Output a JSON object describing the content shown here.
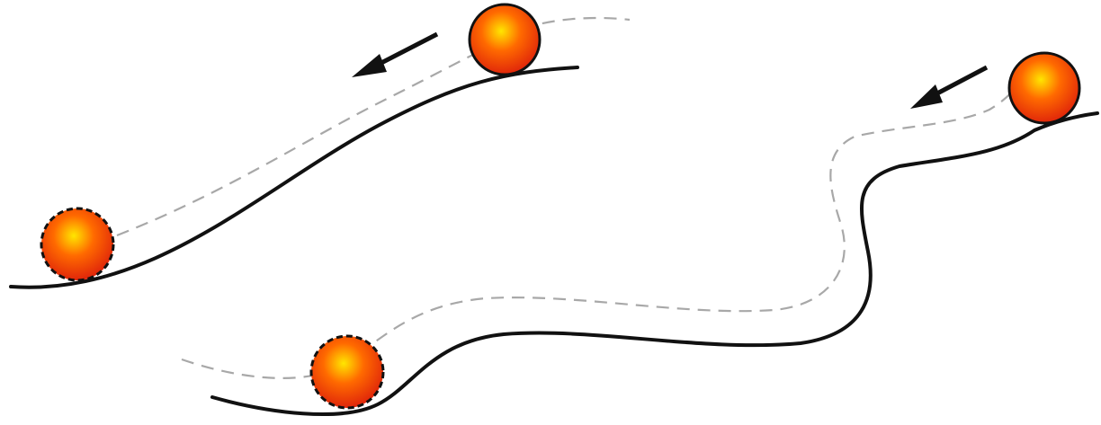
{
  "colors": {
    "background": "#ffffff",
    "surface_line": "#111111",
    "trajectory_line": "#a8a8a8",
    "ball_center": "#ffe600",
    "ball_mid": "#ff6a00",
    "ball_edge": "#e0260a",
    "ball_outline": "#111111"
  },
  "panels": [
    {
      "name": "smooth-slope",
      "ball_start": {
        "outline": "solid"
      },
      "ball_end": {
        "outline": "dashed"
      },
      "arrow": "left-down-arrow-icon"
    },
    {
      "name": "wavy-slope",
      "ball_start": {
        "outline": "solid"
      },
      "ball_end": {
        "outline": "dashed"
      },
      "arrow": "left-down-arrow-icon"
    }
  ]
}
